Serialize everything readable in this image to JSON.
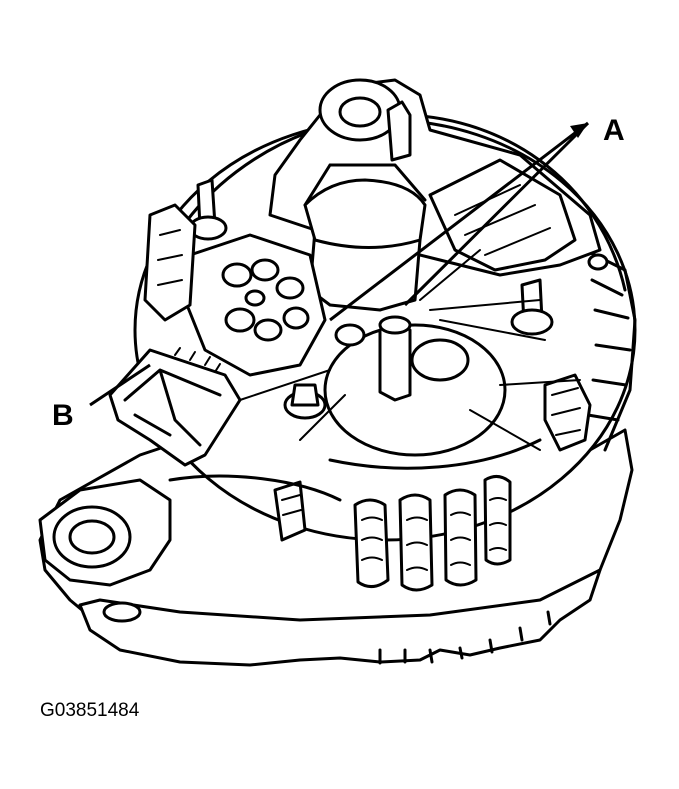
{
  "diagram": {
    "callouts": {
      "a": "A",
      "b": "B"
    },
    "figure_code": "G03851484"
  },
  "colors": {
    "ink": "#000000",
    "paper": "#ffffff"
  }
}
